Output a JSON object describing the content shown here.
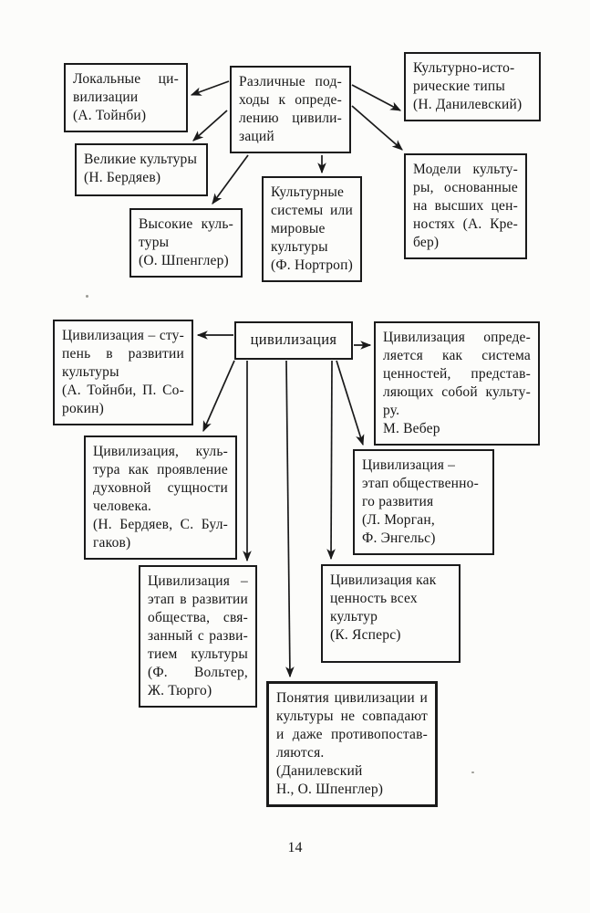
{
  "page_number": "14",
  "colors": {
    "ink": "#1a1a1a",
    "paper": "#fcfcfa"
  },
  "diagram_top": {
    "approaches": {
      "lines": [
        "Различные под-",
        "ходы к опреде-",
        "лению цивили-",
        "заций"
      ]
    },
    "local_civilizations": {
      "lines": [
        "Локальные ци-",
        "вилизации",
        "(А. Тойнби)"
      ]
    },
    "cultural_historical_types": {
      "lines": [
        "Культурно-исто-",
        "рические типы",
        "(Н. Данилевский)"
      ]
    },
    "great_cultures": {
      "lines": [
        "Великие культуры",
        "(Н. Бердяев)"
      ]
    },
    "high_cultures": {
      "lines": [
        "Высокие куль-",
        "туры",
        "(О. Шпенглер)"
      ]
    },
    "cultural_systems": {
      "lines": [
        "Культурные",
        "системы или",
        "мировые",
        "культуры",
        "(Ф. Нортроп)"
      ]
    },
    "culture_models": {
      "lines": [
        "Модели культу-",
        "ры, основанные",
        "на высших цен-",
        "ностях (А. Кре-",
        "бер)"
      ]
    }
  },
  "diagram_bottom": {
    "center_label": "цивилизация",
    "stage_of_culture": {
      "lines": [
        "Цивилизация – сту-",
        "пень в развитии",
        "культуры",
        "(А. Тойнби, П. Со-",
        "рокин)"
      ]
    },
    "system_of_values": {
      "lines": [
        "Цивилизация опреде-",
        "ляется как система",
        "ценностей, представ-",
        "ляющих собой культу-",
        "ру."
      ],
      "author": "М. Вебер"
    },
    "spiritual_essence": {
      "lines": [
        "Цивилизация, куль-",
        "тура как проявление",
        "духовной сущности",
        "человека.",
        "(Н. Бердяев, С. Бул-",
        "гаков)"
      ]
    },
    "social_development": {
      "lines": [
        "Цивилизация –",
        "этап общественно-",
        "го развития",
        "(Л. Морган,",
        "Ф. Энгельс)"
      ]
    },
    "society_development": {
      "lines": [
        "Цивилизация –",
        "этап в развитии",
        "общества, свя-",
        "занный с разви-",
        "тием культуры",
        "(Ф. Вольтер,",
        "Ж. Тюрго)"
      ]
    },
    "value_of_all_cultures": {
      "lines": [
        "Цивилизация как",
        "ценность всех",
        "культур",
        "(К. Ясперс)"
      ]
    },
    "concepts_opposed": {
      "lines": [
        "Понятия цивилизации и",
        "культуры не совпадают",
        "и даже противопостав-",
        "ляются.",
        "(Данилевский",
        "Н., О. Шпенглер)"
      ]
    }
  }
}
